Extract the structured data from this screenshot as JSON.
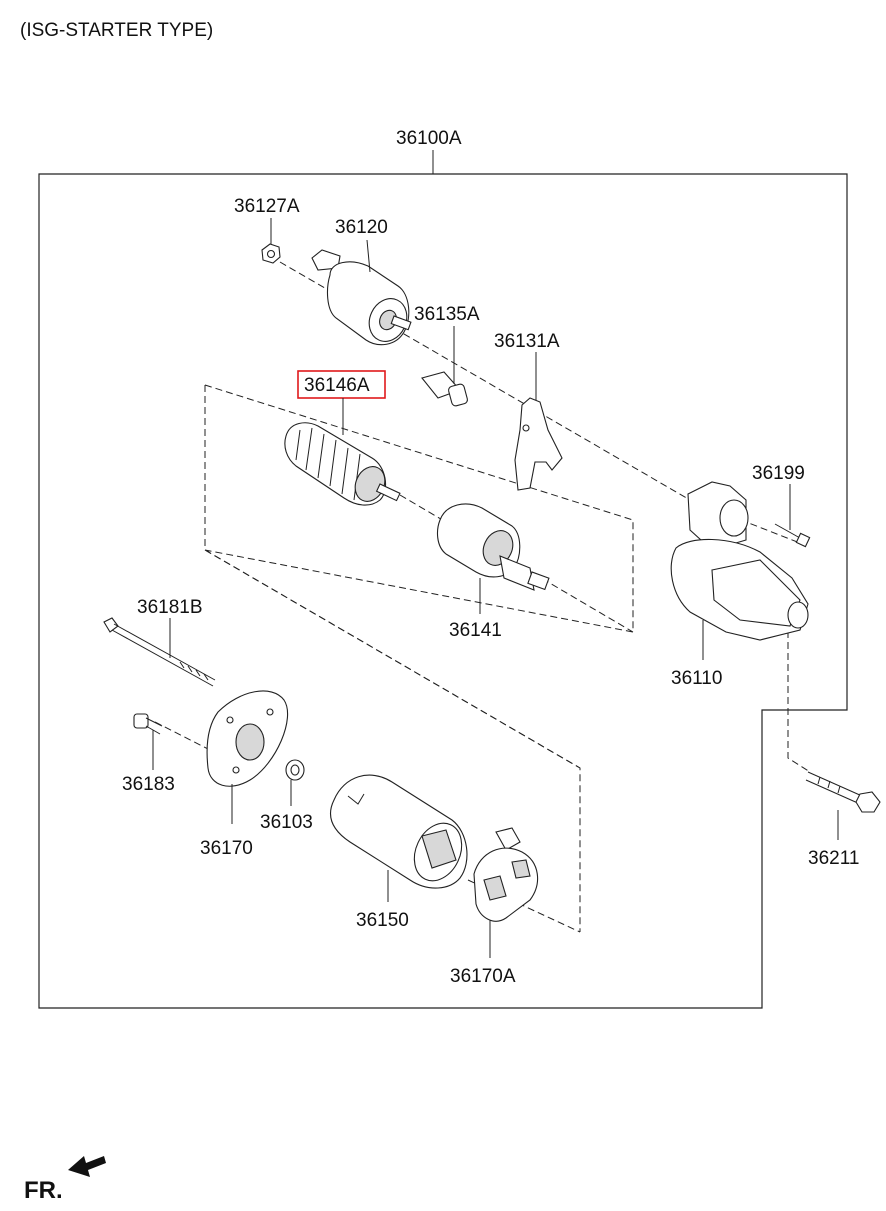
{
  "title": "(ISG-STARTER TYPE)",
  "front_label": "FR.",
  "highlight_color": "#e0191c",
  "highlighted_part": "36146A",
  "parts": {
    "p36100A": "36100A",
    "p36127A": "36127A",
    "p36120": "36120",
    "p36135A": "36135A",
    "p36131A": "36131A",
    "p36146A": "36146A",
    "p36199": "36199",
    "p36141": "36141",
    "p36110": "36110",
    "p36181B": "36181B",
    "p36183": "36183",
    "p36103": "36103",
    "p36170": "36170",
    "p36211": "36211",
    "p36150": "36150",
    "p36170A": "36170A"
  }
}
